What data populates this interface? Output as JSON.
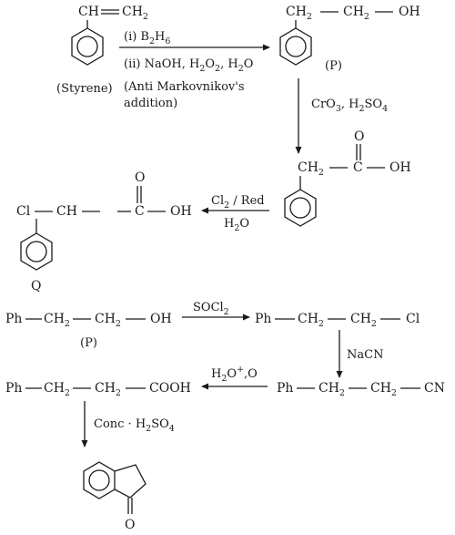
{
  "structures": {
    "styrene": {
      "label": "(Styrene)",
      "ch": "CH",
      "ch2": "CH",
      "ch2_sub": "2"
    },
    "alcohol_p": {
      "ch2a": "CH",
      "ch2b": "CH",
      "sub": "2",
      "oh": "OH",
      "label": "(P)"
    },
    "phenylacetic_acid": {
      "ch2": "CH",
      "sub": "2",
      "c": "C",
      "o": "O",
      "oh": "OH"
    },
    "product_q": {
      "cl": "Cl",
      "ch": "CH",
      "c": "C",
      "o": "O",
      "oh": "OH",
      "label": "Q"
    }
  },
  "reactions": {
    "step1": {
      "line1_a": "(i) B",
      "line1_sub1": "2",
      "line1_b": "H",
      "line1_sub2": "6",
      "line2_a": "(ii) NaOH, H",
      "line2_sub1": "2",
      "line2_b": "O",
      "line2_sub2": "2",
      "line2_c": ", H",
      "line2_sub3": "2",
      "line2_d": "O",
      "note1": "(Anti Markovnikov's",
      "note2": "addition)"
    },
    "step2": {
      "a": "CrO",
      "sub1": "3",
      "b": ", H",
      "sub2": "2",
      "c": "SO",
      "sub3": "4"
    },
    "step3": {
      "a": "Cl",
      "sub1": "2",
      "b": " / Red",
      "c": "H",
      "sub2": "2",
      "d": "O"
    }
  },
  "second_route": {
    "row1": {
      "ph": "Ph",
      "ch": "CH",
      "sub": "2",
      "oh": "OH",
      "label": "(P)",
      "reagent_a": "SOCl",
      "reagent_sub": "2",
      "ph2": "Ph",
      "cl": "Cl"
    },
    "nacn": "NaCN",
    "row2": {
      "ph": "Ph",
      "ch": "CH",
      "sub": "2",
      "cooh": "COOH",
      "reagent_a": "H",
      "reagent_sub": "2",
      "reagent_b": "O",
      "reagent_sup": "+",
      "reagent_c": ",O",
      "ph2": "Ph",
      "cn": "CN"
    },
    "conc": {
      "a": "Conc · H",
      "sub1": "2",
      "b": "SO",
      "sub2": "4"
    },
    "indanone_o": "O"
  }
}
